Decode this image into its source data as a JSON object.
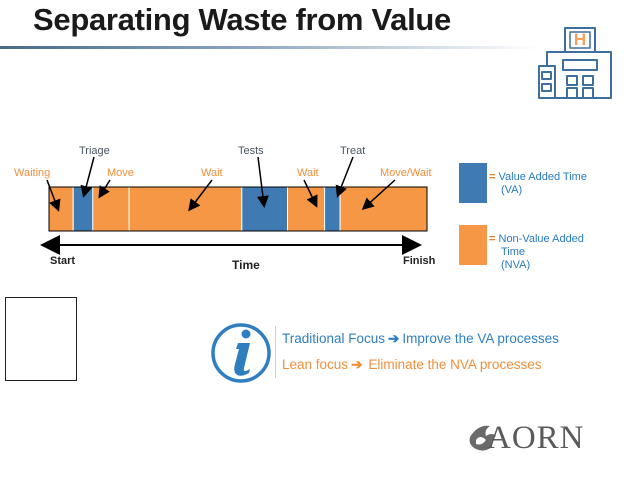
{
  "title": "Separating Waste from Value",
  "colors": {
    "value_added": "#3f7ab3",
    "non_value_added": "#f59745",
    "title_text": "#1a1a1a",
    "legend_text": "#2a7bbf"
  },
  "timeline": {
    "top_labels": [
      "Triage",
      "Tests",
      "Treat"
    ],
    "bottom_labels": [
      "Waiting",
      "Move",
      "Wait",
      "Wait",
      "Move/Wait"
    ],
    "segments": [
      {
        "kind": "NVA",
        "share": 0.064
      },
      {
        "kind": "VA",
        "share": 0.052
      },
      {
        "kind": "NVA",
        "share": 0.096
      },
      {
        "kind": "NVA",
        "share": 0.298
      },
      {
        "kind": "VA",
        "share": 0.121
      },
      {
        "kind": "NVA",
        "share": 0.098
      },
      {
        "kind": "VA",
        "share": 0.041
      },
      {
        "kind": "NVA",
        "share": 0.23
      }
    ],
    "axis": {
      "start": "Start",
      "middle": "Time",
      "end": "Finish"
    }
  },
  "legend": {
    "va": {
      "eq": "=",
      "line1": "Value Added Time",
      "line2": "(VA)"
    },
    "nva": {
      "eq": "=",
      "line1": "Non-Value Added",
      "line2": "Time",
      "line3": "(NVA)"
    }
  },
  "info": {
    "icon": "info-icon",
    "line1_part1": "Traditional Focus",
    "line1_part2": "Improve the VA processes",
    "line2_part1": "Lean focus",
    "line2_part2": "Eliminate the NVA processes",
    "arrow": "➔"
  },
  "decorations": {
    "hospital_icon": "hospital-building-icon",
    "hospital_letter": "H",
    "logo_text": "AORN",
    "logo_icon": "aorn-flame-logo-icon"
  }
}
